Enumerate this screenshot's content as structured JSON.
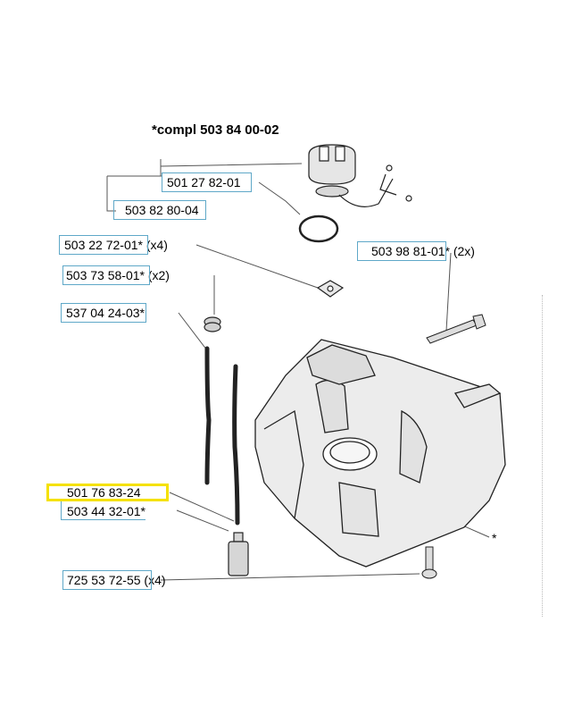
{
  "title": "*compl 503 84 00-02",
  "labels": {
    "p1": "501 27 82-01",
    "p2": "503 82 80-04",
    "p3": "503 22 72-01* (x4)",
    "p4": "503 98 81-01* (2x)",
    "p5": "503 73 58-01* (x2)",
    "p6": "537 04 24-03*",
    "p7": "501 76 83-24",
    "p8": "503 44 32-01*",
    "p9": "725 53 72-55 (x4)",
    "p10": "*"
  },
  "highlight_color": "#f5e100",
  "box_color": "#5fa8c8"
}
